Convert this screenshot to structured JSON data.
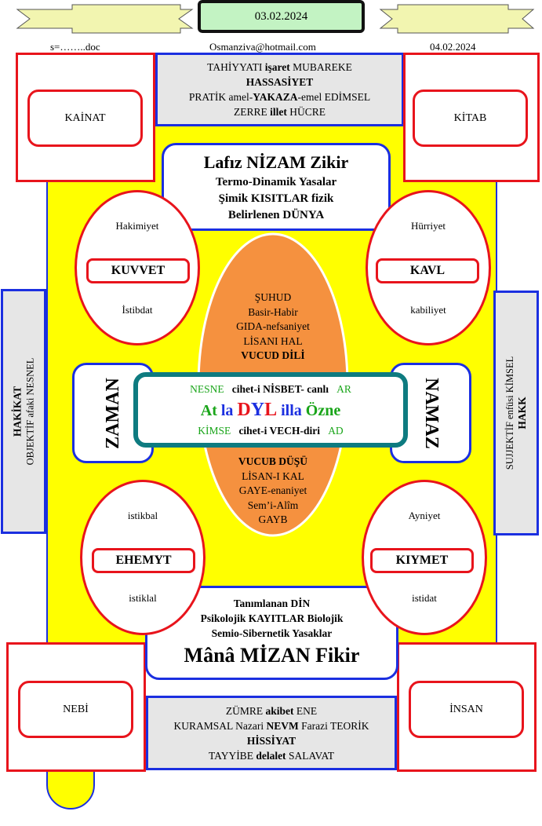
{
  "header": {
    "date_center": "03.02.2024",
    "left_doc": "s=……..doc",
    "email": "Osmanziva@hotmail.com",
    "date_right": "04.02.2024"
  },
  "corners": {
    "top_left": "KAİNAT",
    "top_right": "KİTAB",
    "bottom_left": "NEBİ",
    "bottom_right": "İNSAN"
  },
  "top_panel": {
    "line1_a": "TAHİYYATI ",
    "line1_b": "işaret",
    "line1_c": " MUBAREKE",
    "line2": "HASSASİYET",
    "line3_a": "PRATİK ",
    "line3_b": "amel",
    "line3_c": "-",
    "line3_d": "YAKAZA",
    "line3_e": "-emel EDİMSEL",
    "line4_a": "ZERRE ",
    "line4_b": "illet",
    "line4_c": "  HÜCRE"
  },
  "bottom_panel": {
    "line1_a": "ZÜMRE ",
    "line1_b": "akibet",
    "line1_c": "  ENE",
    "line2_a": "KURAMSAL Nazari  ",
    "line2_b": "NEVM",
    "line2_c": " Farazi TEORİK",
    "line3": "HİSSİYAT",
    "line4_a": "TAYYİBE ",
    "line4_b": "delalet",
    "line4_c": " SALAVAT"
  },
  "top_center": {
    "title": "Lafız NİZAM Zikir",
    "line2": "Termo-Dinamik Yasalar",
    "line3": "Şimik KISITLAR fizik",
    "line4": "Belirlenen DÜNYA"
  },
  "bottom_center": {
    "line1": "Tanımlanan DİN",
    "line2": "Psikolojik KAYITLAR Biolojik",
    "line3": "Semio-Sibernetik Yasaklar",
    "title": "Mânâ MİZAN Fikir"
  },
  "ellipses": {
    "top_left": {
      "top": "Hakimiyet",
      "label": "KUVVET",
      "bottom": "İstibdat"
    },
    "top_right": {
      "top": "Hürriyet",
      "label": "KAVL",
      "bottom": "kabiliyet"
    },
    "bottom_left": {
      "top": "istikbal",
      "label": "EHEMYT",
      "bottom": "istiklal"
    },
    "bottom_right": {
      "top": "Ayniyet",
      "label": "KIYMET",
      "bottom": "istidat"
    }
  },
  "orange_top": [
    "ŞUHUD",
    "Basir-Habir",
    "GIDA-nefsaniyet",
    "LİSANI HAL",
    "VUCUD DİLİ"
  ],
  "orange_bottom": [
    "VUCUB DÜŞÜ",
    "LİSAN-I KAL",
    "GAYE-enaniyet",
    "Sem’i-Alîm",
    "GAYB"
  ],
  "center": {
    "row1_a": "NESNE",
    "row1_b": "cihet-i NİSBET- canlı",
    "row1_c": "AR",
    "row2_a": "At ",
    "row2_b": "la ",
    "row2_c": "D",
    "row2_d": "Y",
    "row2_e": "L",
    "row2_f": " illa ",
    "row2_g": "Özne",
    "row3_a": "KİMSE",
    "row3_b": "cihet-i VECH-diri",
    "row3_c": "AD"
  },
  "side_labels": {
    "left_inner": "ZAMAN",
    "right_inner": "NAMAZ",
    "left_outer_1": "HAKİKAT",
    "left_outer_2": "OBJEKTİF afaki NESNEL",
    "right_outer_1": "SUJJEKTİF enfüsi KİMSEL",
    "right_outer_2": "HAKK"
  },
  "colors": {
    "yellow": "#ffff00",
    "orange": "#f5913f",
    "red": "#e8141c",
    "blue": "#1b2fe0",
    "teal": "#0e7b80",
    "green_text": "#1aa51a",
    "banner": "#f2f5b0",
    "date_box": "#c3f3c3"
  }
}
